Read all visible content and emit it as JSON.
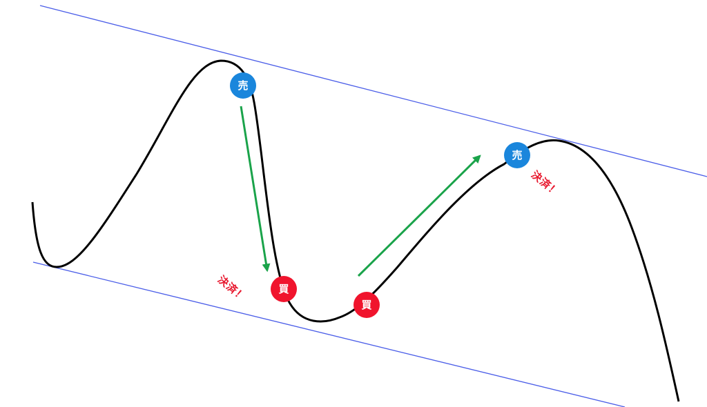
{
  "colors": {
    "price_line": "#000000",
    "channel_line": "#4a5de8",
    "arrow": "#1aa34a",
    "sell_marker": "#1a86dc",
    "buy_marker": "#f0142d",
    "settle_text": "#e8182e"
  },
  "markers": {
    "sell_1": "売",
    "buy_1": "買",
    "buy_2": "買",
    "sell_2": "売"
  },
  "notes": {
    "settle_1": "決済！",
    "settle_2": "決済！"
  }
}
